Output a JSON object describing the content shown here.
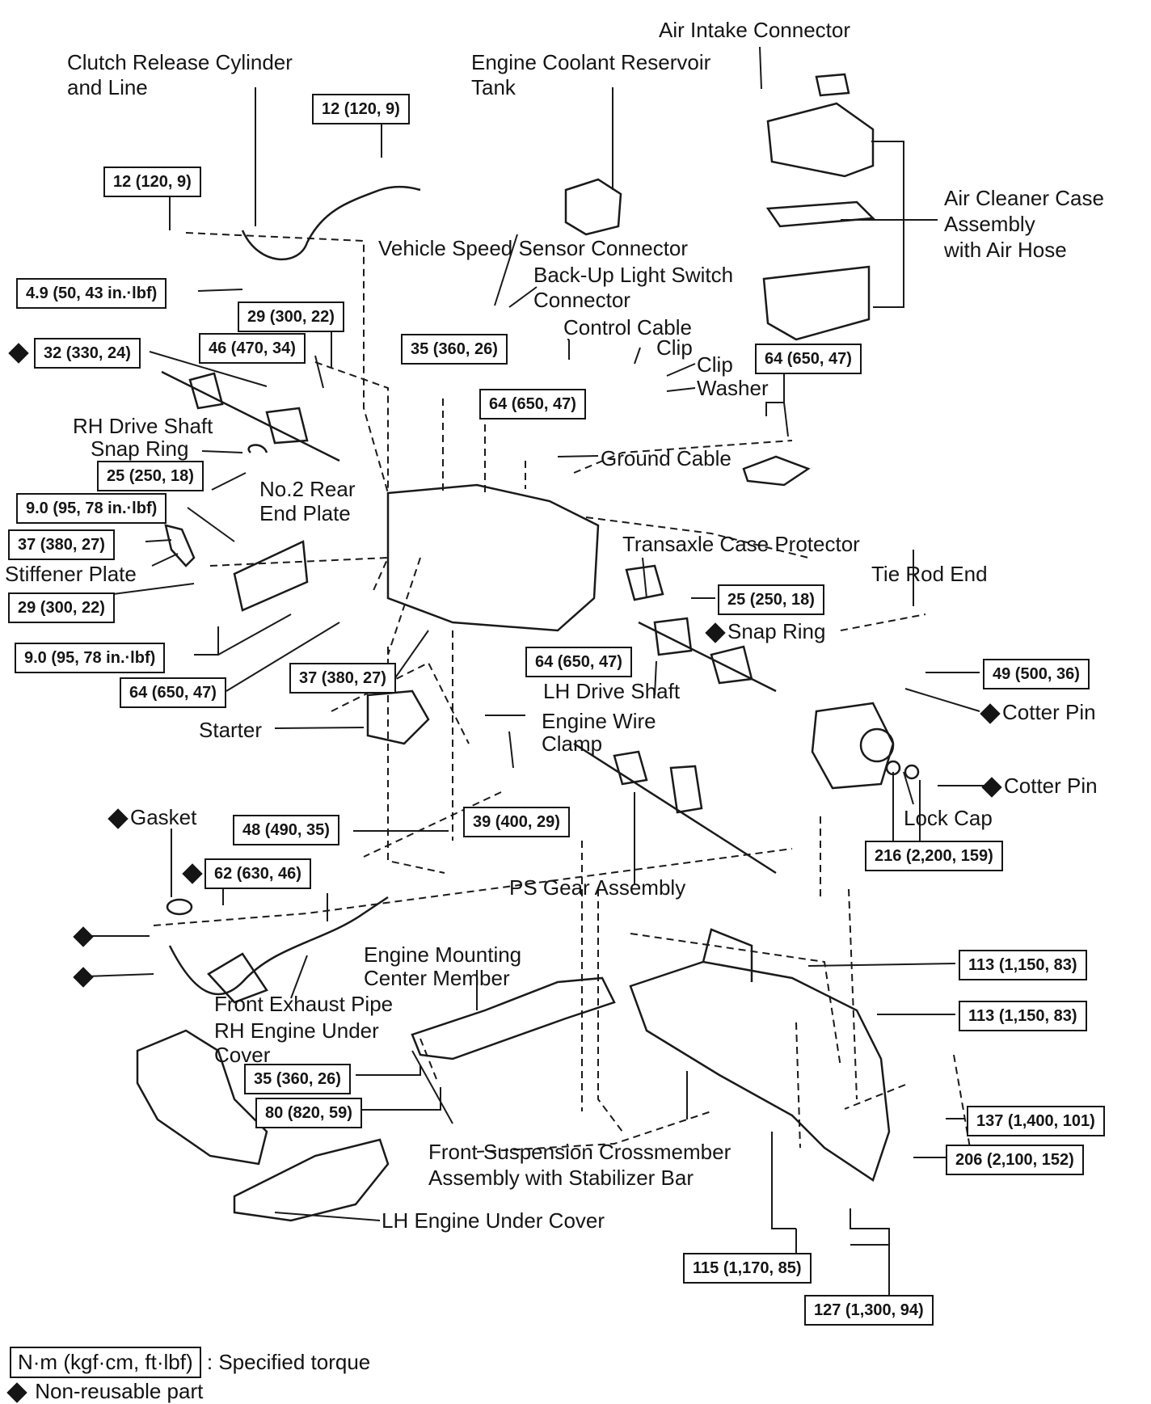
{
  "labels": {
    "air_intake_connector": "Air Intake Connector",
    "clutch_release_1": "Clutch Release Cylinder",
    "clutch_release_2": "and Line",
    "coolant_1": "Engine Coolant Reservoir",
    "coolant_2": "Tank",
    "air_cleaner_1": "Air Cleaner Case",
    "air_cleaner_2": "Assembly",
    "air_cleaner_3": "with Air Hose",
    "speed_sensor": "Vehicle Speed Sensor Connector",
    "backup_1": "Back-Up Light Switch",
    "backup_2": "Connector",
    "control_cable": "Control Cable",
    "clip_1": "Clip",
    "clip_2": "Clip",
    "washer": "Washer",
    "rh_drive_shaft": "RH Drive Shaft",
    "snap_ring_rh": "Snap Ring",
    "ground_cable": "Ground Cable",
    "rear_plate_1": "No.2 Rear",
    "rear_plate_2": "End Plate",
    "stiffener": "Stiffener Plate",
    "transaxle_protector": "Transaxle Case Protector",
    "tie_rod_end": "Tie Rod End",
    "snap_ring_lh": "Snap Ring",
    "lh_drive_shaft": "LH Drive Shaft",
    "cotter_pin_1": "Cotter Pin",
    "starter": "Starter",
    "wire_clamp_1": "Engine Wire",
    "wire_clamp_2": "Clamp",
    "cotter_pin_2": "Cotter Pin",
    "gasket": "Gasket",
    "lock_cap": "Lock Cap",
    "ps_gear": "PS Gear Assembly",
    "mount_member_1": "Engine Mounting",
    "mount_member_2": "Center Member",
    "exhaust_pipe": "Front Exhaust Pipe",
    "rh_under_1": "RH Engine Under",
    "rh_under_2": "Cover",
    "crossmember_1": "Front Suspension Crossmember",
    "crossmember_2": "Assembly with Stabilizer Bar",
    "lh_under": "LH Engine Under Cover"
  },
  "torques": {
    "t_12a": "12 (120, 9)",
    "t_12b": "12 (120, 9)",
    "t_4_9": "4.9 (50, 43 in.·lbf)",
    "t_29a": "29 (300, 22)",
    "t_46": "46 (470, 34)",
    "t_32": "32 (330, 24)",
    "t_35a": "35 (360, 26)",
    "t_64a": "64 (650, 47)",
    "t_64b": "64 (650, 47)",
    "t_25a": "25 (250, 18)",
    "t_9a": "9.0 (95, 78 in.·lbf)",
    "t_37a": "37 (380, 27)",
    "t_29b": "29 (300, 22)",
    "t_25b": "25 (250, 18)",
    "t_9b": "9.0 (95, 78 in.·lbf)",
    "t_64c": "64 (650, 47)",
    "t_37b": "37 (380, 27)",
    "t_64d": "64 (650, 47)",
    "t_49": "49 (500, 36)",
    "t_48": "48 (490, 35)",
    "t_39": "39 (400, 29)",
    "t_216": "216 (2,200, 159)",
    "t_62": "62 (630, 46)",
    "t_113a": "113 (1,150, 83)",
    "t_113b": "113 (1,150, 83)",
    "t_35b": "35 (360, 26)",
    "t_80": "80 (820, 59)",
    "t_137": "137 (1,400, 101)",
    "t_206": "206 (2,100, 152)",
    "t_115": "115 (1,170, 85)",
    "t_127": "127 (1,300, 94)"
  },
  "legend": {
    "torque_box": "N·m (kgf·cm, ft·lbf)",
    "torque_text": ": Specified torque",
    "nonreusable_text": "Non-reusable part"
  }
}
